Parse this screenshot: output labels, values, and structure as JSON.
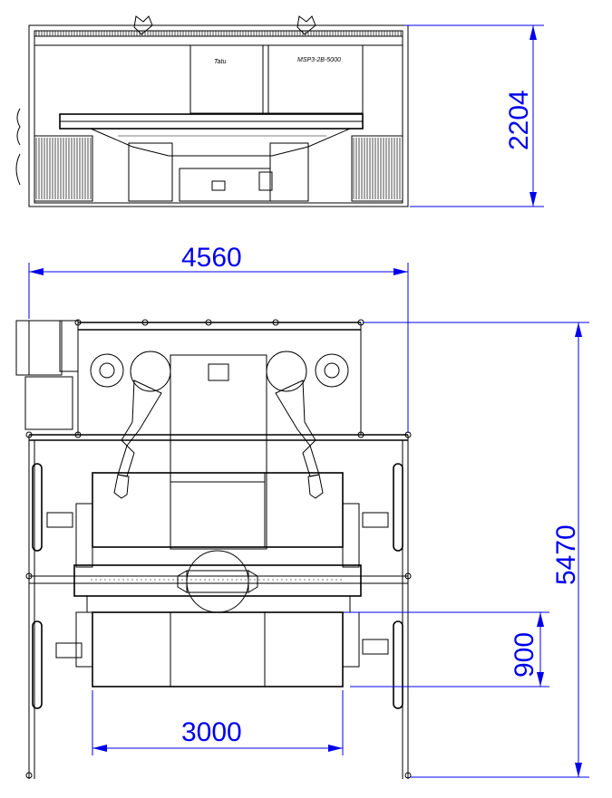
{
  "dimensions": {
    "height_side": "2204",
    "total_width": "4560",
    "total_length": "5470",
    "module_spacing": "900",
    "bin_width": "3000"
  },
  "labels": {
    "logo_text": "Tatu",
    "model_code": "MSP3-2B-5000"
  },
  "colors": {
    "dimension": "#0000ee",
    "lines": "#000000"
  }
}
